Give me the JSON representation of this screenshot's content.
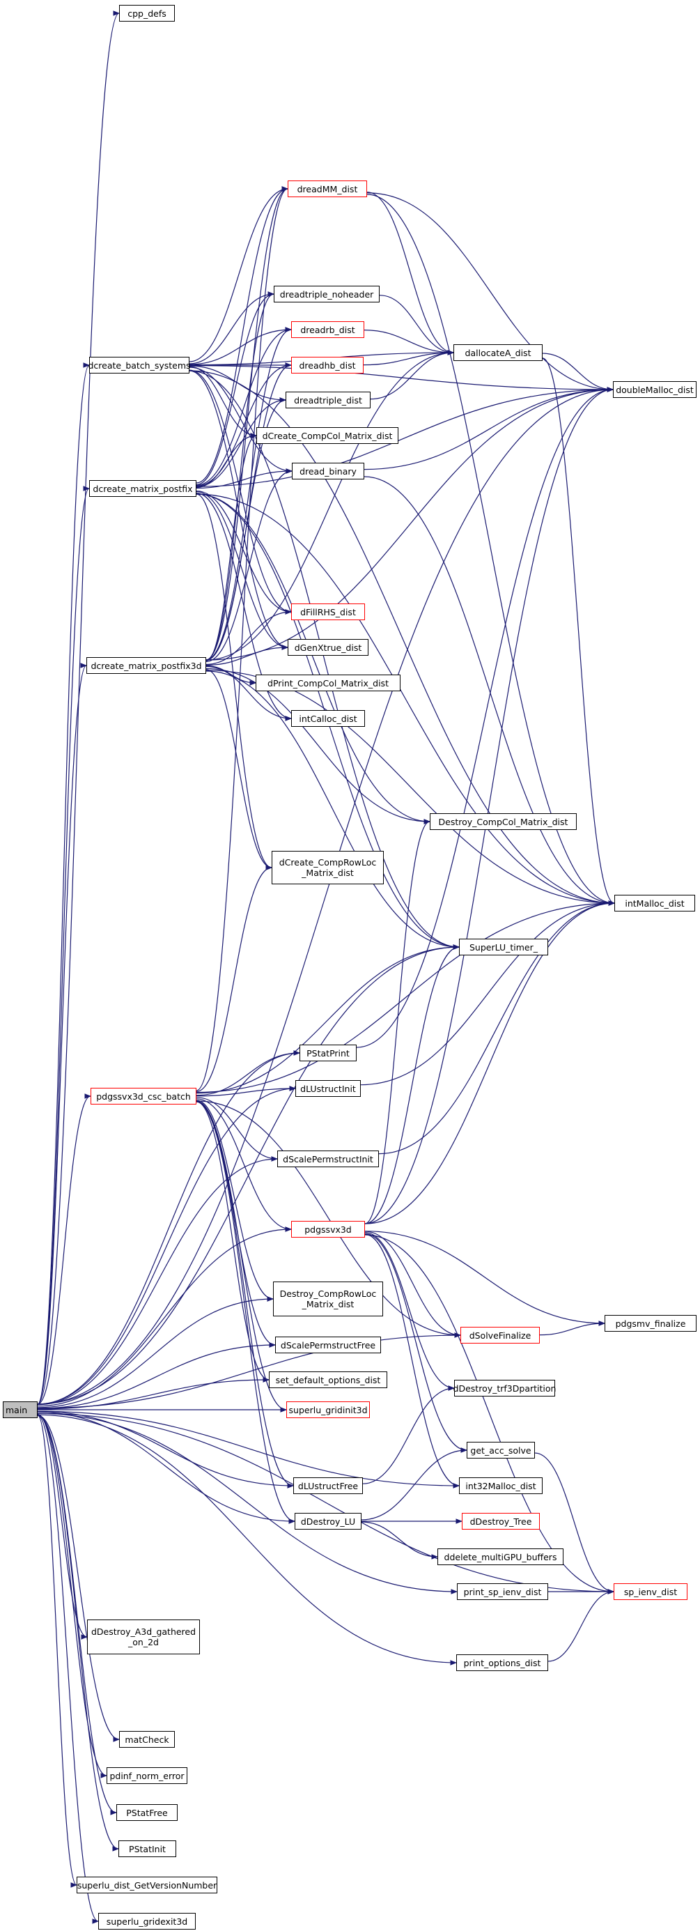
{
  "graph": {
    "colors": {
      "edge": "#191970",
      "node_border": "#000000",
      "link_border": "#ff0000",
      "root_fill": "#bfbfbf"
    },
    "nodes": {
      "main": "main",
      "cpp_defs": "cpp_defs",
      "dcreate_batch_systems": "dcreate_batch_systems",
      "dcreate_matrix_postfix": "dcreate_matrix_postfix",
      "dcreate_matrix_postfix3d": "dcreate_matrix_postfix3d",
      "pdgssvx3d_csc_batch": "pdgssvx3d_csc_batch",
      "dDestroy_A3d_gathered_on_2d": "dDestroy_A3d_gathered\n_on_2d",
      "matCheck": "matCheck",
      "pdinf_norm_error": "pdinf_norm_error",
      "PStatFree": "PStatFree",
      "PStatInit": "PStatInit",
      "superlu_dist_GetVersionNumber": "superlu_dist_GetVersionNumber",
      "superlu_gridexit3d": "superlu_gridexit3d",
      "dreadMM_dist": "dreadMM_dist",
      "dreadtriple_noheader": "dreadtriple_noheader",
      "dreadrb_dist": "dreadrb_dist",
      "dreadhb_dist": "dreadhb_dist",
      "dreadtriple_dist": "dreadtriple_dist",
      "dCreate_CompCol_Matrix_dist": "dCreate_CompCol_Matrix_dist",
      "dread_binary": "dread_binary",
      "dFillRHS_dist": "dFillRHS_dist",
      "dGenXtrue_dist": "dGenXtrue_dist",
      "dPrint_CompCol_Matrix_dist": "dPrint_CompCol_Matrix_dist",
      "intCalloc_dist": "intCalloc_dist",
      "dCreate_CompRowLoc_Matrix_dist": "dCreate_CompRowLoc\n_Matrix_dist",
      "PStatPrint": "PStatPrint",
      "dLUstructInit": "dLUstructInit",
      "dScalePermstructInit": "dScalePermstructInit",
      "pdgssvx3d": "pdgssvx3d",
      "Destroy_CompRowLoc_Matrix_dist": "Destroy_CompRowLoc\n_Matrix_dist",
      "dScalePermstructFree": "dScalePermstructFree",
      "set_default_options_dist": "set_default_options_dist",
      "superlu_gridinit3d": "superlu_gridinit3d",
      "dLUstructFree": "dLUstructFree",
      "dDestroy_LU": "dDestroy_LU",
      "print_sp_ienv_dist": "print_sp_ienv_dist",
      "print_options_dist": "print_options_dist",
      "dallocateA_dist": "dallocateA_dist",
      "Destroy_CompCol_Matrix_dist": "Destroy_CompCol_Matrix_dist",
      "SuperLU_timer_": "SuperLU_timer_",
      "dSolveFinalize": "dSolveFinalize",
      "dDestroy_trf3Dpartition": "dDestroy_trf3Dpartition",
      "get_acc_solve": "get_acc_solve",
      "int32Malloc_dist": "int32Malloc_dist",
      "dDestroy_Tree": "dDestroy_Tree",
      "ddelete_multiGPU_buffers": "ddelete_multiGPU_buffers",
      "doubleMalloc_dist": "doubleMalloc_dist",
      "intMalloc_dist": "intMalloc_dist",
      "pdgsmv_finalize": "pdgsmv_finalize",
      "sp_ienv_dist": "sp_ienv_dist"
    }
  }
}
